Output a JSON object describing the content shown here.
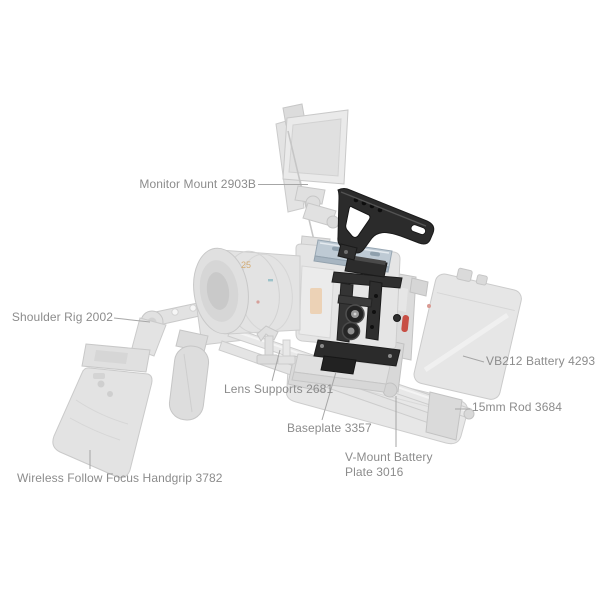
{
  "page": {
    "type": "product-callout-diagram",
    "background": "#ffffff",
    "subject": "camera shoulder rig accessory kit with highlighted cage, top handle and top plate"
  },
  "colors": {
    "label_text": "#8c8c8c",
    "leader_line": "#a6a6a6",
    "ghost_fill": "#e4e4e4",
    "ghost_stroke": "#c9c9c9",
    "highlight_dark": "#2c2c2c",
    "top_plate_blue": "#becad4",
    "accent_red": "#c84f45"
  },
  "labels": [
    {
      "id": "monitor-mount",
      "text": "Monitor Mount 2903B"
    },
    {
      "id": "shoulder-rig",
      "text": "Shoulder Rig 2002"
    },
    {
      "id": "vb212-battery",
      "text": "VB212 Battery 4293"
    },
    {
      "id": "lens-supports",
      "text": "Lens Supports 2681"
    },
    {
      "id": "baseplate",
      "text": "Baseplate 3357"
    },
    {
      "id": "rod-15mm",
      "text": "15mm Rod 3684"
    },
    {
      "id": "v-mount-battery-plate",
      "text": "V-Mount Battery Plate 3016"
    },
    {
      "id": "wireless-follow-focus-handgrip",
      "text": "Wireless Follow Focus Handgrip 3782"
    }
  ],
  "illustration": {
    "highlighted_parts": [
      "top handle",
      "camera cage",
      "blue top plate"
    ],
    "ghosted_parts": [
      "monitor",
      "monitor mount",
      "camera",
      "cine lens",
      "shoulder rig arm",
      "wireless follow focus handgrip",
      "foam grip",
      "15mm rods",
      "shoulder pad",
      "v-mount battery plate",
      "vb212 battery",
      "lens supports",
      "baseplate"
    ],
    "lens_marking": "25"
  }
}
